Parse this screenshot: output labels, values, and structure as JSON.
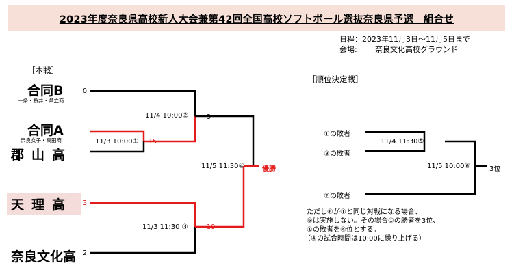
{
  "title": "2023年度奈良県高校新人大会兼第42回全国高校ソフトボール選抜奈良県予選　組合せ",
  "info": {
    "schedule": "日程：2023年11月3日～11月5日まで",
    "venue_label": "会場:",
    "venue": "奈良文化高校グラウンド"
  },
  "main_bracket": {
    "label": "［本戦］",
    "teams": [
      {
        "name": "合同B",
        "members": "一条・桜井・県立商",
        "score": "0"
      },
      {
        "name": "合同A",
        "members": "奈良女子・高田商",
        "score": "15"
      },
      {
        "name": "郡山高",
        "score": ""
      },
      {
        "name": "天理高",
        "score": "3"
      },
      {
        "name": "奈良文化高",
        "score": "2"
      }
    ],
    "matches": {
      "m1": "11/3 10:00①",
      "m2": "11/4 10:00②",
      "m3": "11/3 11:30 ③",
      "m4": "11/5 11:30④"
    },
    "scores": {
      "m2_top": "3",
      "m3_winner": "10"
    },
    "winner_label": "優勝"
  },
  "placement_bracket": {
    "label": "［順位決定戦］",
    "entries": [
      "①の敗者",
      "③の敗者",
      "②の敗者"
    ],
    "matches": {
      "m5": "11/4 11:30⑤",
      "m6": "11/5 10:00⑥"
    },
    "result_label": "3位"
  },
  "notes": [
    "ただし⑥が①と同じ対戦になる場合、",
    "⑥は実施しない。その場合①の勝者を3位、",
    "①の敗者を④位とする。",
    "（④の試合時間は10:00に繰り上げる）"
  ],
  "colors": {
    "winner_line": "#e31a1a",
    "title_bg": "#f7e0d8",
    "highlight_bg": "#f3dcda"
  }
}
